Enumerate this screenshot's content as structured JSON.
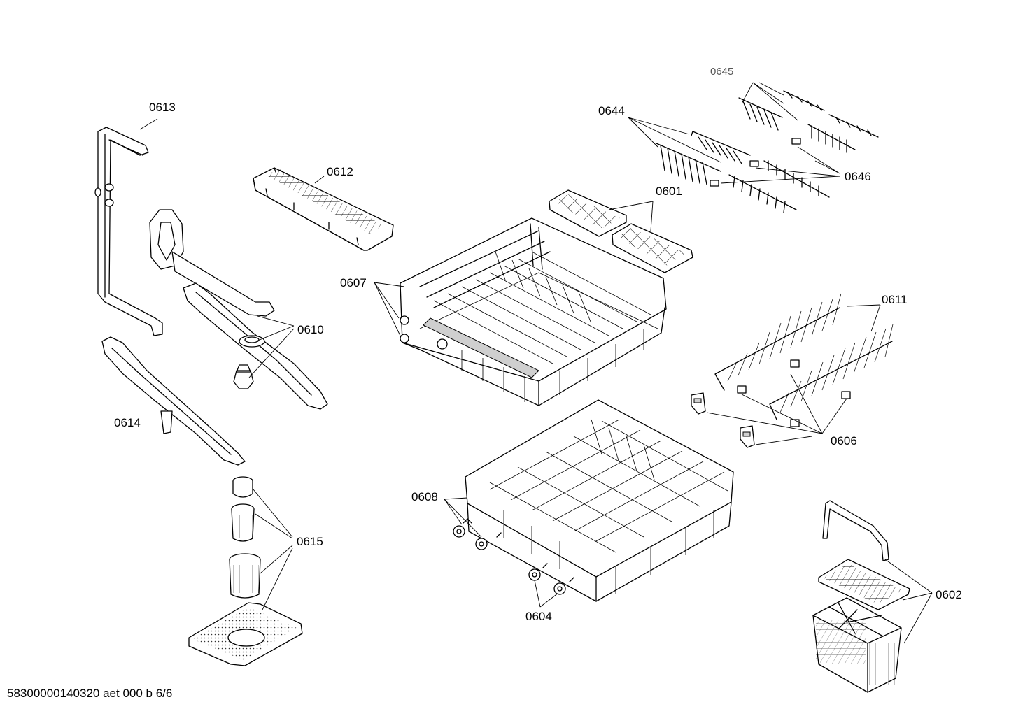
{
  "diagram": {
    "labels": {
      "0645": "0645",
      "0644": "0644",
      "0613": "0613",
      "0612": "0612",
      "0601": "0601",
      "0646": "0646",
      "0607": "0607",
      "0610": "0610",
      "0611": "0611",
      "0614": "0614",
      "0606": "0606",
      "0608": "0608",
      "0615": "0615",
      "0602": "0602",
      "0604": "0604"
    },
    "footer": "58300000140320 aet 000 b 6/6"
  }
}
